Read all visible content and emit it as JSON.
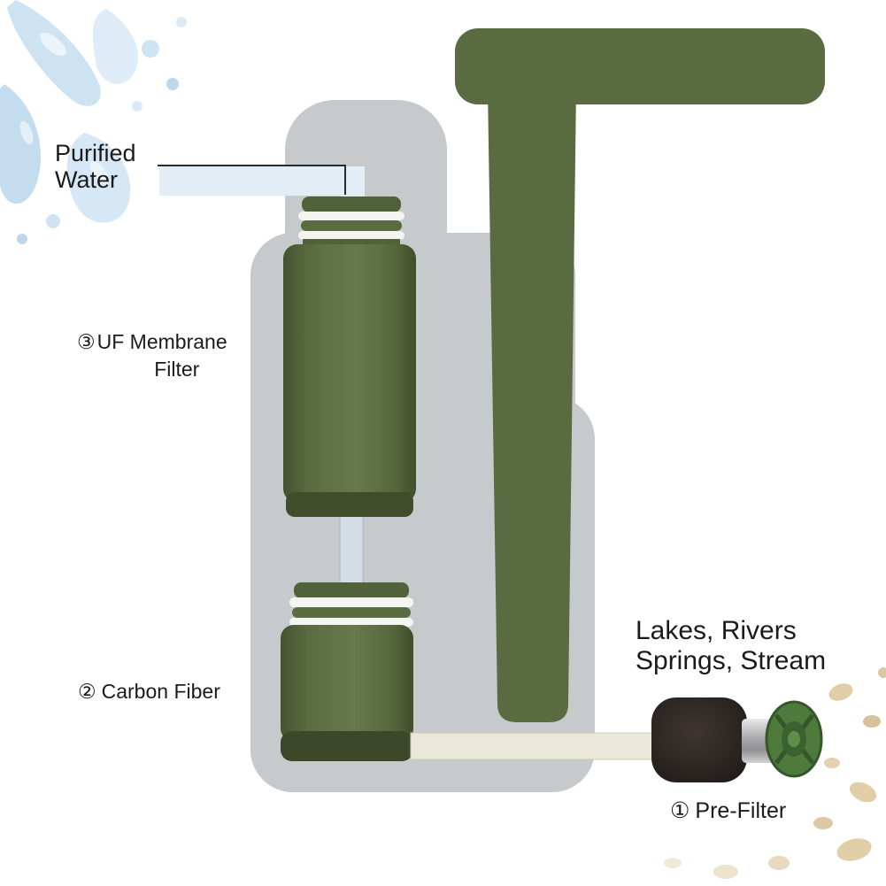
{
  "labels": {
    "purified_water": {
      "line1": "Purified",
      "line2": "Water"
    },
    "uf_membrane": {
      "number": "③",
      "line1": "UF Membrane",
      "line2": "Filter"
    },
    "carbon_fiber": {
      "number": "②",
      "text": "Carbon Fiber"
    },
    "water_source": {
      "line1": "Lakes, Rivers",
      "line2": "Springs, Stream"
    },
    "pre_filter": {
      "number": "①",
      "text": "Pre-Filter"
    }
  },
  "colors": {
    "olive_green": "#5a6b41",
    "olive_dark": "#414d2a",
    "silhouette_gray": "#c7cacc",
    "tube_blue": "#e2edf5",
    "tube_beige": "#eae8d8",
    "foam_black": "#2a2421",
    "valve_green": "#4e7b3c",
    "metal_silver": "#c0c0c2",
    "splash_blue": "#c3dcee",
    "splash_tan": "#d9c294",
    "text_color": "#1b1b1b"
  }
}
